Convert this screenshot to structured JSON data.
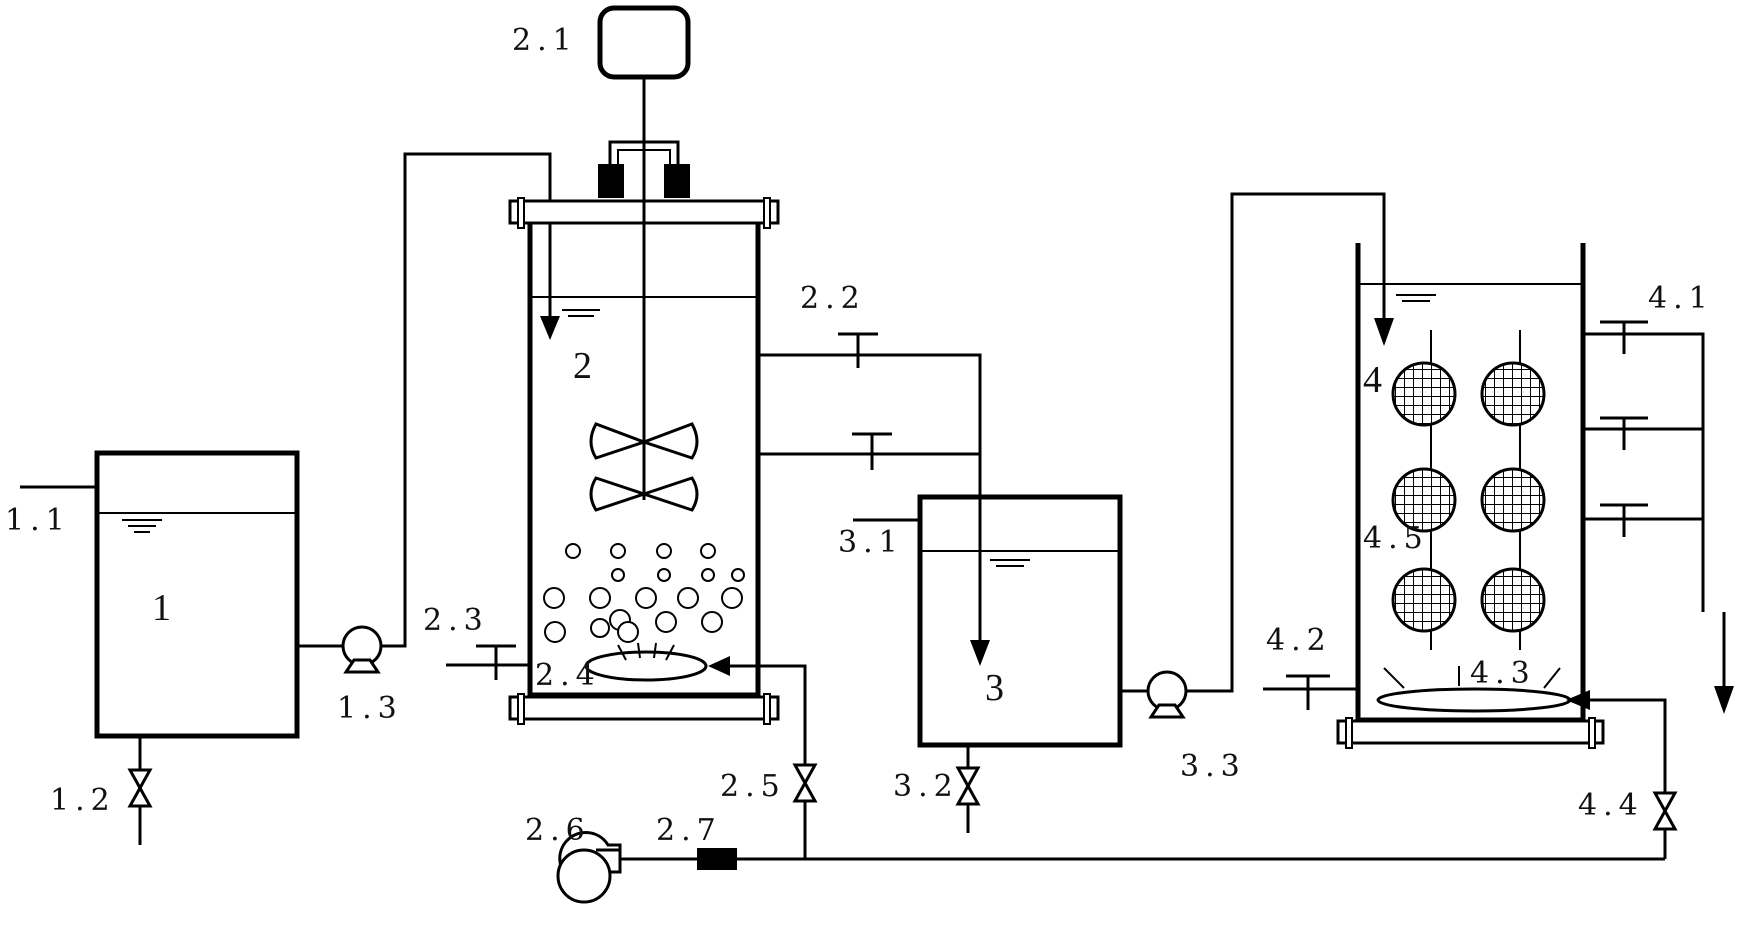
{
  "labels": {
    "l1": "1",
    "l1_1": "1.1",
    "l1_2": "1.2",
    "l1_3": "1.3",
    "l2": "2",
    "l2_1": "2.1",
    "l2_2": "2.2",
    "l2_3": "2.3",
    "l2_4": "2.4",
    "l2_5": "2.5",
    "l2_6": "2.6",
    "l2_7": "2.7",
    "l3": "3",
    "l3_1": "3.1",
    "l3_2": "3.2",
    "l3_3": "3.3",
    "l4": "4",
    "l4_1": "4.1",
    "l4_2": "4.2",
    "l4_3": "4.3",
    "l4_4": "4.4",
    "l4_5": "4.5"
  },
  "colors": {
    "line": "#000000",
    "background": "#ffffff"
  }
}
